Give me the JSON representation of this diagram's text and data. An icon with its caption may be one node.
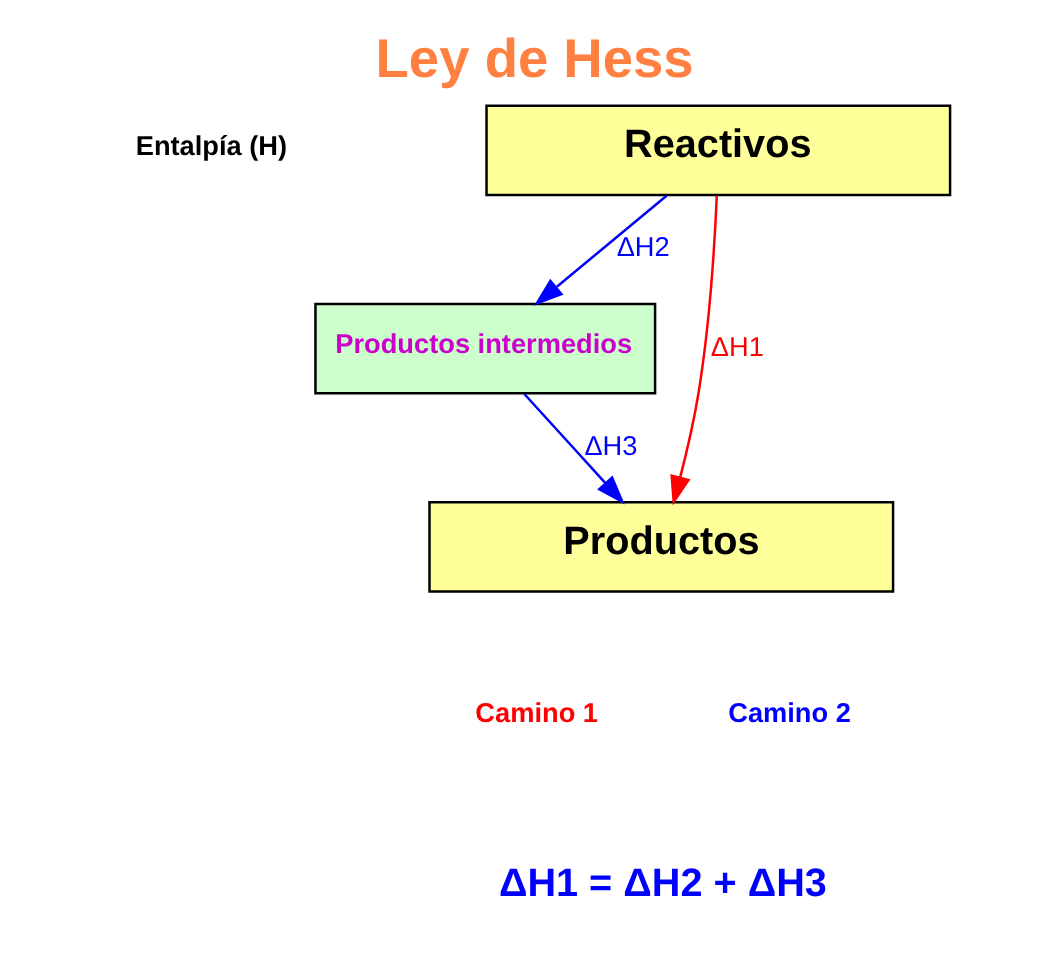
{
  "diagram": {
    "title": "Ley de Hess",
    "nodes": [
      {
        "text": [
          "Reactivos"
        ]
      },
      {
        "text": [
          "Productos intermedios"
        ]
      },
      {
        "text": [
          "Productos"
        ]
      }
    ],
    "edges": [
      {
        "from": 0,
        "to": 2,
        "arrow": "to",
        "label": "ΔH1",
        "color": "#ff0000"
      },
      {
        "from": 0,
        "to": 1,
        "arrow": "to",
        "label": "ΔH2"
      },
      {
        "from": 1,
        "to": 2,
        "arrow": "to",
        "label": "ΔH3"
      }
    ],
    "labels": [
      "Entalpía (H)",
      "Camino 1",
      "Camino 2",
      "ΔH1 = ΔH2 + ΔH3"
    ]
  }
}
